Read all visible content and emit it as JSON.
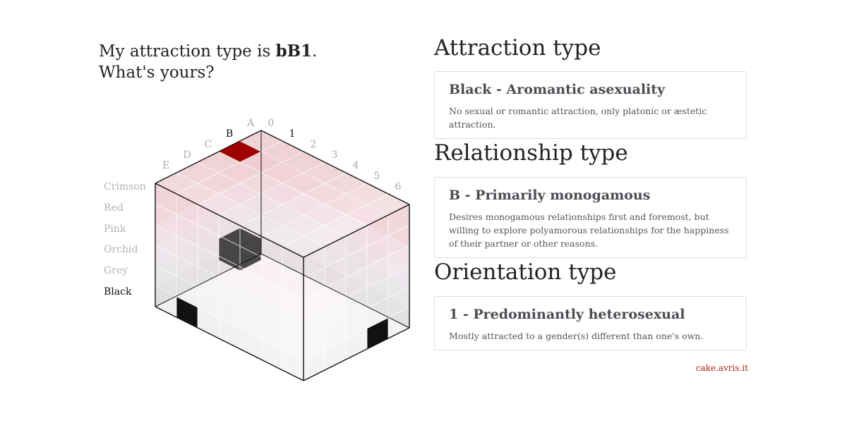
{
  "headline": {
    "prefix": "My attraction type is ",
    "code": "bB1",
    "suffix": ".",
    "line2": "What's yours?"
  },
  "cube": {
    "letters": [
      "A",
      "B",
      "C",
      "D",
      "E"
    ],
    "numbers": [
      "0",
      "1",
      "2",
      "3",
      "4",
      "5",
      "6"
    ],
    "selected_letter": "B",
    "selected_number": "1",
    "highlight_color": "#a10000",
    "colors": [
      {
        "label": "Crimson",
        "active": false
      },
      {
        "label": "Red",
        "active": false
      },
      {
        "label": "Pink",
        "active": false
      },
      {
        "label": "Orchid",
        "active": false
      },
      {
        "label": "Grey",
        "active": false
      },
      {
        "label": "Black",
        "active": true
      }
    ]
  },
  "sections": [
    {
      "title": "Attraction type",
      "card_title": "Black - Aromantic asexuality",
      "card_text": "No sexual or romantic attraction, only platonic or æstetic attraction."
    },
    {
      "title": "Relationship type",
      "card_title": "B - Primarily monogamous",
      "card_text": "Desires monogamous relationships first and foremost, but willing to explore polyamorous relationships for the happiness of their partner or other reasons."
    },
    {
      "title": "Orientation type",
      "card_title": "1 - Predominantly heterosexual",
      "card_text": "Mostly attracted to a gender(s) different than one's own."
    }
  ],
  "credit": "cake.avris.it"
}
